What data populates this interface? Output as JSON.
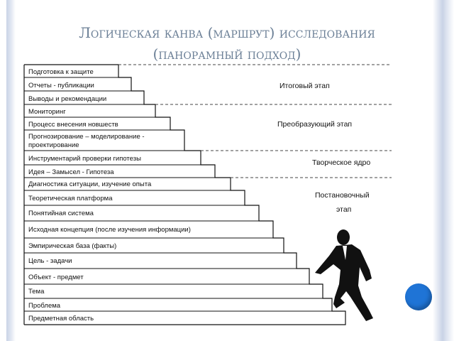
{
  "title": {
    "line1": "Логическая канва (маршрут) исследования",
    "line2": "(панорамный подход)"
  },
  "steps": [
    "Подготовка к защите",
    "Отчеты - публикации",
    "Выводы и рекомендации",
    "Мониторинг",
    "Процесс внесения новшеств",
    "Прогнозирование – моделирование -",
    "проектирование",
    "Инструментарий проверки гипотезы",
    "Идея – Замысел - Гипотеза",
    "Диагностика ситуации, изучение опыта",
    "Теоретическая платформа",
    "Понятийная система",
    "Исходная концепция (после изучения информации)",
    "Эмпирическая база (факты)",
    "Цель - задачи",
    "Объект - предмет",
    "Тема",
    "Проблема",
    "Предметная область"
  ],
  "stages": {
    "final": "Итоговый этап",
    "transforming": "Преобразующий этап",
    "creative_core": "Творческое ядро",
    "setting_line1": "Постановочный",
    "setting_line2": "этап"
  },
  "colors": {
    "title": "#6b7f96",
    "accent_dot": "#1f74d6",
    "lines": "#111111"
  },
  "icons": {
    "figure": "climbing-businessman-silhouette",
    "dot": "blue-circle"
  }
}
